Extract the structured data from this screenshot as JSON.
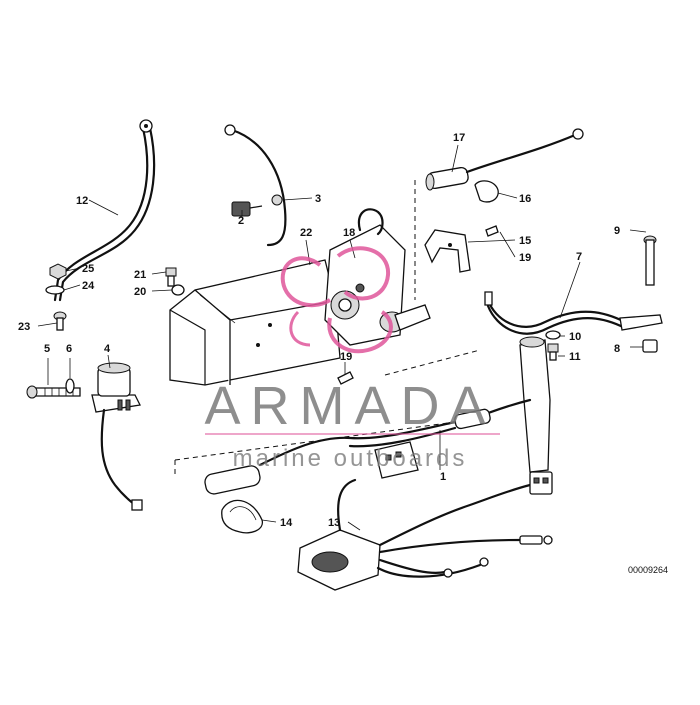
{
  "diagram": {
    "part_labels": [
      {
        "id": "p1",
        "text": "1"
      },
      {
        "id": "p2",
        "text": "2"
      },
      {
        "id": "p3",
        "text": "3"
      },
      {
        "id": "p4",
        "text": "4"
      },
      {
        "id": "p5",
        "text": "5"
      },
      {
        "id": "p6",
        "text": "6"
      },
      {
        "id": "p7",
        "text": "7"
      },
      {
        "id": "p8",
        "text": "8"
      },
      {
        "id": "p9",
        "text": "9"
      },
      {
        "id": "p10",
        "text": "10"
      },
      {
        "id": "p11",
        "text": "11"
      },
      {
        "id": "p12",
        "text": "12"
      },
      {
        "id": "p13",
        "text": "13"
      },
      {
        "id": "p14",
        "text": "14"
      },
      {
        "id": "p15",
        "text": "15"
      },
      {
        "id": "p16",
        "text": "16"
      },
      {
        "id": "p17",
        "text": "17"
      },
      {
        "id": "p18",
        "text": "18"
      },
      {
        "id": "p19a",
        "text": "19"
      },
      {
        "id": "p19b",
        "text": "19"
      },
      {
        "id": "p20",
        "text": "20"
      },
      {
        "id": "p21",
        "text": "21"
      },
      {
        "id": "p22",
        "text": "22"
      },
      {
        "id": "p23",
        "text": "23"
      },
      {
        "id": "p24",
        "text": "24"
      },
      {
        "id": "p25",
        "text": "25"
      }
    ],
    "drawing_number": "00009264"
  },
  "watermark": {
    "brand": "ARMADA",
    "tagline": "marine outboards",
    "brand_color": "#7a7a7a",
    "accent_color": "#e0569b"
  }
}
